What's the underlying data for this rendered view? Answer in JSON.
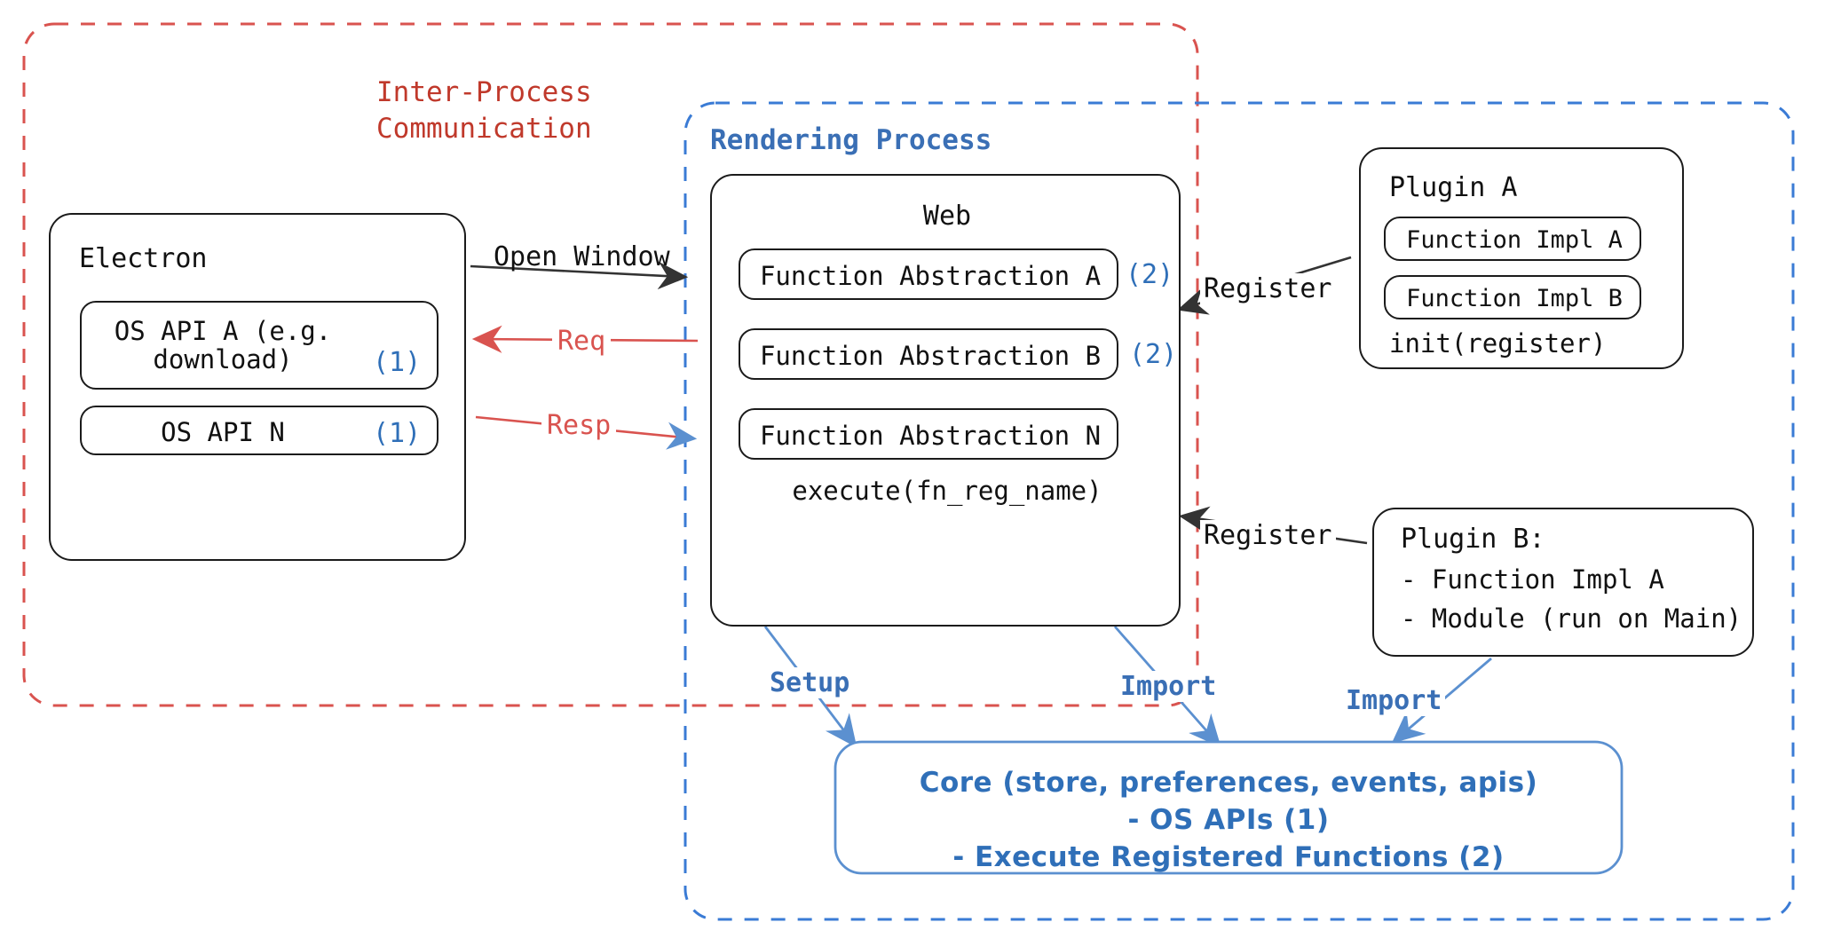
{
  "diagram": {
    "title": "Electron plugin architecture",
    "colors": {
      "ipc_red": "#c0392b",
      "render_blue": "#3a6fb5",
      "accent_blue": "#2f6fb8",
      "stroke_black": "#1b1b1b"
    },
    "groups": {
      "ipc": {
        "label": "Inter-Process\nCommunication",
        "line1": "Inter-Process",
        "line2": "Communication",
        "style": "dashed-red"
      },
      "rendering": {
        "label": "Rendering Process",
        "style": "dashed-blue"
      }
    },
    "electron": {
      "title": "Electron",
      "items": [
        {
          "text": "OS API A (e.g.\ndownload)",
          "line1": "OS API A (e.g.",
          "line2": "download)",
          "marker": "(1)"
        },
        {
          "text": "OS API N",
          "line1": "OS API N",
          "line2": "",
          "marker": "(1)"
        }
      ]
    },
    "web": {
      "title": "Web",
      "items": [
        {
          "text": "Function Abstraction A",
          "marker": "(2)"
        },
        {
          "text": "Function Abstraction B",
          "marker": "(2)"
        },
        {
          "text": "Function Abstraction N",
          "marker": ""
        }
      ],
      "footer": "execute(fn_reg_name)"
    },
    "plugin_a": {
      "title": "Plugin A",
      "items": [
        "Function Impl A",
        "Function Impl B"
      ],
      "footer": "init(register)"
    },
    "plugin_b": {
      "title": "Plugin B:",
      "items": [
        "- Function Impl A",
        "- Module (run on Main)"
      ]
    },
    "core": {
      "line1": "Core (store, preferences, events, apis)",
      "line2": "- OS APIs (1)",
      "line3": "- Execute Registered Functions (2)"
    },
    "edges": [
      {
        "id": "open-window",
        "label": "Open Window",
        "color": "black",
        "from": "electron",
        "to": "web"
      },
      {
        "id": "req",
        "label": "Req",
        "color": "red",
        "from": "web",
        "to": "electron"
      },
      {
        "id": "resp",
        "label": "Resp",
        "color": "red",
        "from": "electron",
        "to": "web"
      },
      {
        "id": "register-a",
        "label": "Register",
        "color": "black",
        "from": "plugin_a",
        "to": "web"
      },
      {
        "id": "register-b",
        "label": "Register",
        "color": "black",
        "from": "plugin_b",
        "to": "web"
      },
      {
        "id": "setup",
        "label": "Setup",
        "color": "blue",
        "from": "web",
        "to": "core"
      },
      {
        "id": "import-web",
        "label": "Import",
        "color": "blue",
        "from": "web",
        "to": "core"
      },
      {
        "id": "import-plugin-b",
        "label": "Import",
        "color": "blue",
        "from": "plugin_b",
        "to": "core"
      }
    ]
  }
}
